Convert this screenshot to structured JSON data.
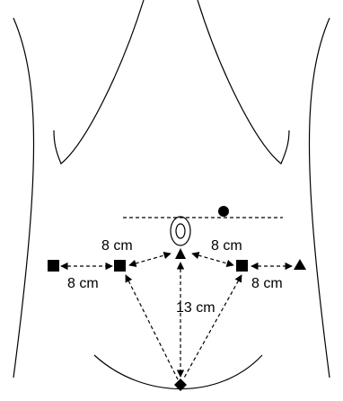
{
  "labels": {
    "dist_left_upper": "8 cm",
    "dist_left_lower": "8 cm",
    "dist_right_upper": "8 cm",
    "dist_right_lower": "8 cm",
    "dist_vertical": "13 cm"
  },
  "colors": {
    "ink": "#000000",
    "background": "#ffffff"
  }
}
